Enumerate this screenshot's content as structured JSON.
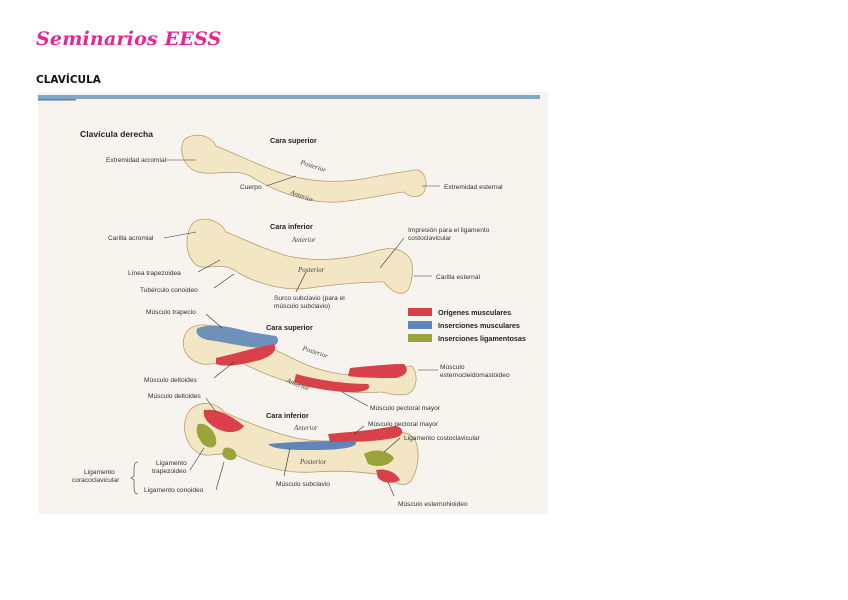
{
  "document": {
    "title": "Seminarios EESS",
    "section": "CLAVÍCULA"
  },
  "figure": {
    "main_title": "Clavícula derecha",
    "views": [
      {
        "heading": "Cara superior",
        "direction_labels": [
          "Posterior",
          "Anterior"
        ],
        "labels": [
          "Extremidad acromial",
          "Cuerpo",
          "Extremidad esternal"
        ]
      },
      {
        "heading": "Cara inferior",
        "direction_labels": [
          "Anterior",
          "Posterior"
        ],
        "labels": [
          "Carilla acromial",
          "Línea trapezoidea",
          "Tubérculo conoideo",
          "Surco subclavio (para el",
          "músculo subclavio)",
          "Impresión para el ligamento",
          "costoclavicular",
          "Carilla esternal"
        ]
      },
      {
        "heading": "Cara superior",
        "direction_labels": [
          "Posterior",
          "Anterior"
        ],
        "labels": [
          "Músculo trapecio",
          "Músculo deltoides",
          "Músculo",
          "esternocleidomastoideo",
          "Músculo pectoral mayor"
        ]
      },
      {
        "heading": "Cara inferior",
        "direction_labels": [
          "Anterior",
          "Posterior"
        ],
        "labels": [
          "Músculo deltoides",
          "Músculo pectoral mayor",
          "Ligamento costoclavicular",
          "Ligamento",
          "trapezoideo",
          "Ligamento",
          "coracoclavicular",
          "Ligamento conoideo",
          "Músculo subclavio",
          "Músculo esternohioideo"
        ]
      }
    ],
    "legend": [
      {
        "label": "Orígenes musculares",
        "color": "#d9414a"
      },
      {
        "label": "Inserciones musculares",
        "color": "#5f86b8"
      },
      {
        "label": "Inserciones ligamentosas",
        "color": "#9aa43a"
      }
    ],
    "colors": {
      "bone": "#f3e6c4",
      "origin": "#d9414a",
      "insertion": "#5f86b8",
      "ligament": "#9aa43a",
      "top_rule": "#7fa7c8"
    }
  }
}
